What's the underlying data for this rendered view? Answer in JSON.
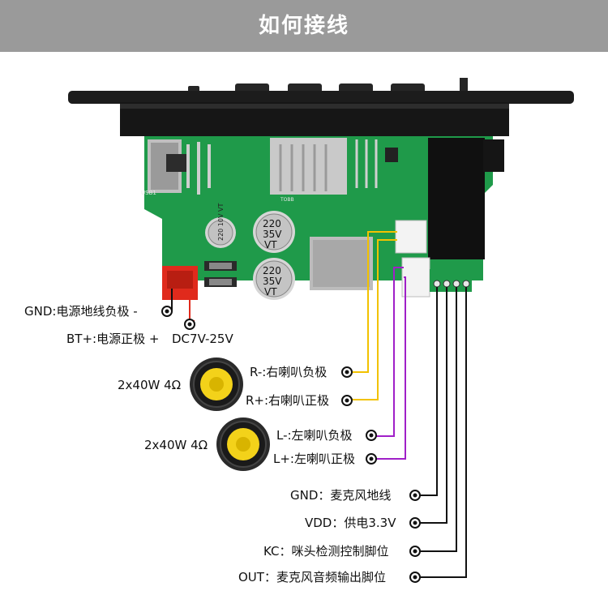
{
  "header": {
    "title": "如何接线"
  },
  "power": {
    "gnd_label": "GND:电源地线负极 -",
    "bt_label": "BT+:电源正极 +",
    "voltage_label": "DC7V-25V"
  },
  "speakers": [
    {
      "spec": "2x40W 4Ω",
      "neg_label": "R-:右喇叭负极",
      "pos_label": "R+:右喇叭正极"
    },
    {
      "spec": "2x40W 4Ω",
      "neg_label": "L-:左喇叭负极",
      "pos_label": "L+:左喇叭正极"
    }
  ],
  "mic": [
    {
      "label": "GND：麦克风地线"
    },
    {
      "label": "VDD：供电3.3V"
    },
    {
      "label": "KC：咪头检测控制脚位"
    },
    {
      "label": "OUT：麦克风音频输出脚位"
    }
  ],
  "board": {
    "cap_big_1": [
      "220",
      "35V",
      "VT"
    ],
    "cap_big_2": [
      "220",
      "35V",
      "VT"
    ],
    "cap_small": "220 10V VT",
    "usb_text": "USB1",
    "sd_text": "TOBB"
  },
  "colors": {
    "pcb": "#1f9a4a",
    "panel": "#1c1c1c",
    "wire_yellow": "#f2c200",
    "wire_purple": "#a020c8",
    "power_connector": "#e02a1c",
    "speaker_cone": "#f3d21a"
  }
}
